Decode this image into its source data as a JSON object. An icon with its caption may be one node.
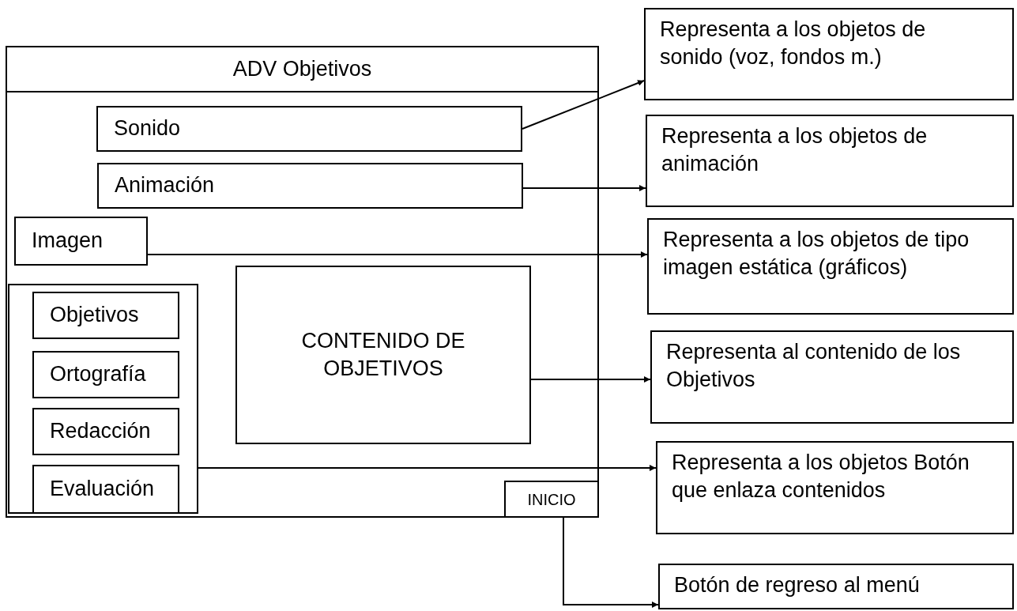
{
  "diagram": {
    "nodes": [
      {
        "text": [
          "ADV Objetivos"
        ]
      },
      {
        "text": [
          "Sonido"
        ],
        "in": 0
      },
      {
        "text": [
          "Animación"
        ],
        "in": 0
      },
      {
        "text": [
          "Imagen"
        ],
        "in": 0
      },
      {
        "text": [],
        "shape": "box",
        "in": 0
      },
      {
        "text": [
          "Objetivos"
        ],
        "in": 4
      },
      {
        "text": [
          "Ortografía"
        ],
        "in": 4
      },
      {
        "text": [
          "Redacción"
        ],
        "in": 4
      },
      {
        "text": [
          "Evaluación"
        ],
        "in": 4
      },
      {
        "text": [
          "CONTENIDO DE OBJETIVOS"
        ],
        "in": 0
      },
      {
        "text": [
          "INICIO"
        ],
        "in": 0
      },
      {
        "text": [
          "Representa a los objetos de sonido (voz, fondos m.)"
        ]
      },
      {
        "text": [
          "Representa a los objetos de animación"
        ]
      },
      {
        "text": [
          "Representa a los objetos de tipo imagen estática (gráficos)"
        ]
      },
      {
        "text": [
          "Representa al contenido de los Objetivos"
        ]
      },
      {
        "text": [
          "Representa a los objetos Botón que enlaza contenidos"
        ]
      },
      {
        "text": [
          "Botón de regreso al menú"
        ]
      }
    ],
    "edges": [
      {
        "from": 1,
        "to": 11,
        "arrow": "to"
      },
      {
        "from": 2,
        "to": 12,
        "arrow": "to"
      },
      {
        "from": 3,
        "to": 13,
        "arrow": "to"
      },
      {
        "from": 9,
        "to": 14,
        "arrow": "to"
      },
      {
        "from": 4,
        "to": 15,
        "arrow": "to"
      },
      {
        "from": 10,
        "to": 16,
        "arrow": "to"
      }
    ]
  }
}
